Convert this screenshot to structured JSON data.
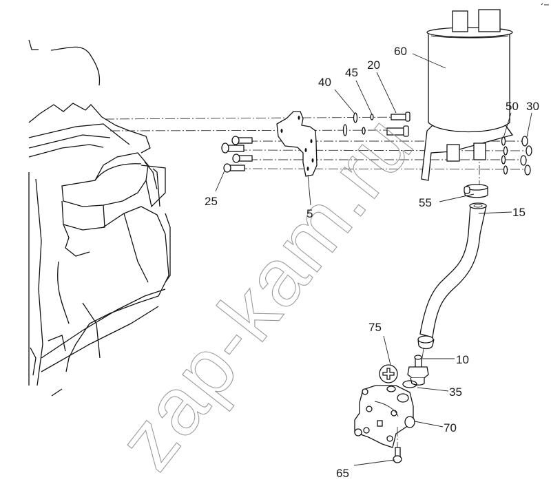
{
  "diagram": {
    "type": "exploded-parts-view",
    "watermark": "zap-kam.ru",
    "callouts": [
      {
        "id": "c60",
        "label": "60",
        "part": "reservoir-tank"
      },
      {
        "id": "c40",
        "label": "40",
        "part": "washer-large"
      },
      {
        "id": "c45",
        "label": "45",
        "part": "washer-small"
      },
      {
        "id": "c20",
        "label": "20",
        "part": "bolt"
      },
      {
        "id": "c50",
        "label": "50",
        "part": "washer"
      },
      {
        "id": "c30",
        "label": "30",
        "part": "nut"
      },
      {
        "id": "c25",
        "label": "25",
        "part": "bolt"
      },
      {
        "id": "c5",
        "label": "5",
        "part": "bracket"
      },
      {
        "id": "c55",
        "label": "55",
        "part": "hose-clamp"
      },
      {
        "id": "c15",
        "label": "15",
        "part": "hose"
      },
      {
        "id": "c75",
        "label": "75",
        "part": "plug"
      },
      {
        "id": "c10",
        "label": "10",
        "part": "fitting"
      },
      {
        "id": "c35",
        "label": "35",
        "part": "o-ring"
      },
      {
        "id": "c70",
        "label": "70",
        "part": "pump"
      },
      {
        "id": "c65",
        "label": "65",
        "part": "bolt"
      }
    ]
  }
}
